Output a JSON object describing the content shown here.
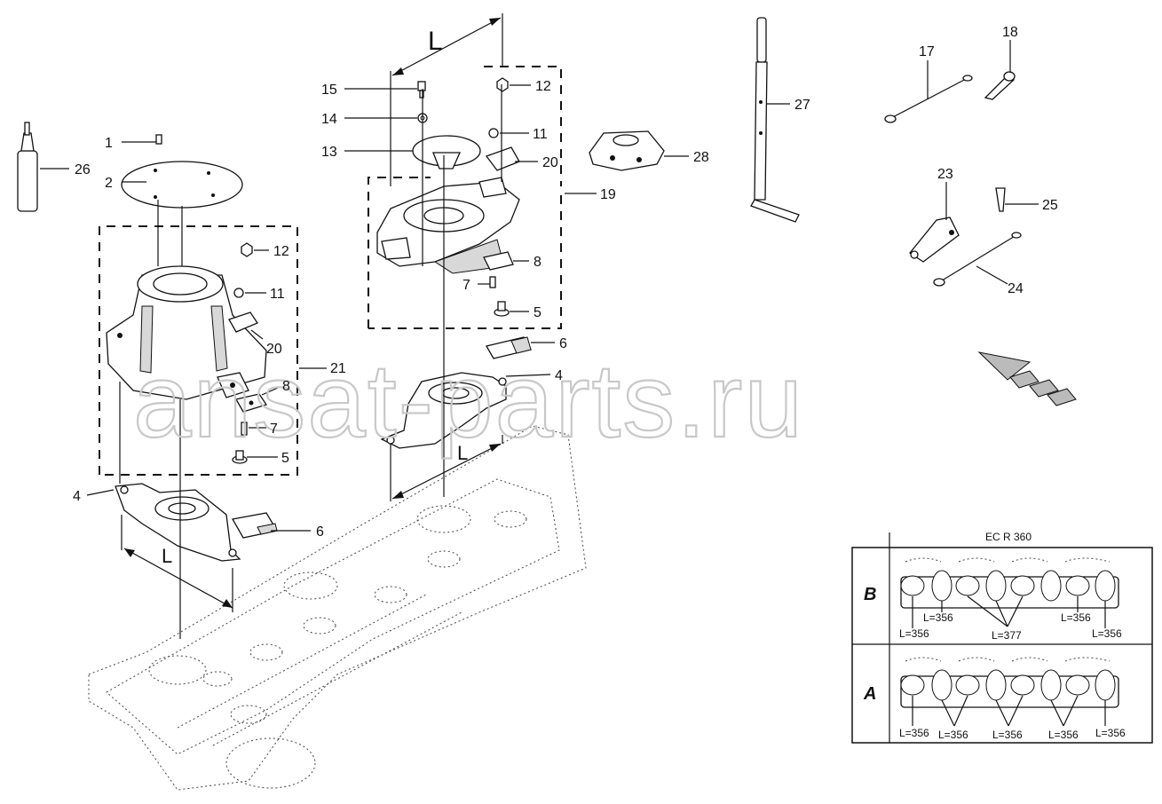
{
  "watermark": "ansat-parts.ru",
  "callouts": [
    {
      "id": "c1",
      "text": "1"
    },
    {
      "id": "c2",
      "text": "2"
    },
    {
      "id": "c26",
      "text": "26"
    },
    {
      "id": "c12a",
      "text": "12"
    },
    {
      "id": "c11a",
      "text": "11"
    },
    {
      "id": "c20a",
      "text": "20"
    },
    {
      "id": "c21",
      "text": "21"
    },
    {
      "id": "c8a",
      "text": "8"
    },
    {
      "id": "c7a",
      "text": "7"
    },
    {
      "id": "c5a",
      "text": "5"
    },
    {
      "id": "c4a",
      "text": "4"
    },
    {
      "id": "c6a",
      "text": "6"
    },
    {
      "id": "c15",
      "text": "15"
    },
    {
      "id": "c14",
      "text": "14"
    },
    {
      "id": "c13",
      "text": "13"
    },
    {
      "id": "c12b",
      "text": "12"
    },
    {
      "id": "c11b",
      "text": "11"
    },
    {
      "id": "c20b",
      "text": "20"
    },
    {
      "id": "c19",
      "text": "19"
    },
    {
      "id": "c8b",
      "text": "8"
    },
    {
      "id": "c7b",
      "text": "7"
    },
    {
      "id": "c5b",
      "text": "5"
    },
    {
      "id": "c6b",
      "text": "6"
    },
    {
      "id": "c4b",
      "text": "4"
    },
    {
      "id": "c28",
      "text": "28"
    },
    {
      "id": "c27",
      "text": "27"
    },
    {
      "id": "c17",
      "text": "17"
    },
    {
      "id": "c18",
      "text": "18"
    },
    {
      "id": "c23",
      "text": "23"
    },
    {
      "id": "c25",
      "text": "25"
    },
    {
      "id": "c24",
      "text": "24"
    }
  ],
  "dimension_labels": {
    "top": "L",
    "middle": "L",
    "left": "L"
  },
  "table": {
    "header": "EC R 360",
    "rows": [
      {
        "key": "B",
        "labels": [
          "L=356",
          "L=356",
          "L=377",
          "L=356",
          "L=356"
        ]
      },
      {
        "key": "A",
        "labels": [
          "L=356",
          "L=356",
          "L=356",
          "L=356",
          "L=356"
        ]
      }
    ]
  }
}
